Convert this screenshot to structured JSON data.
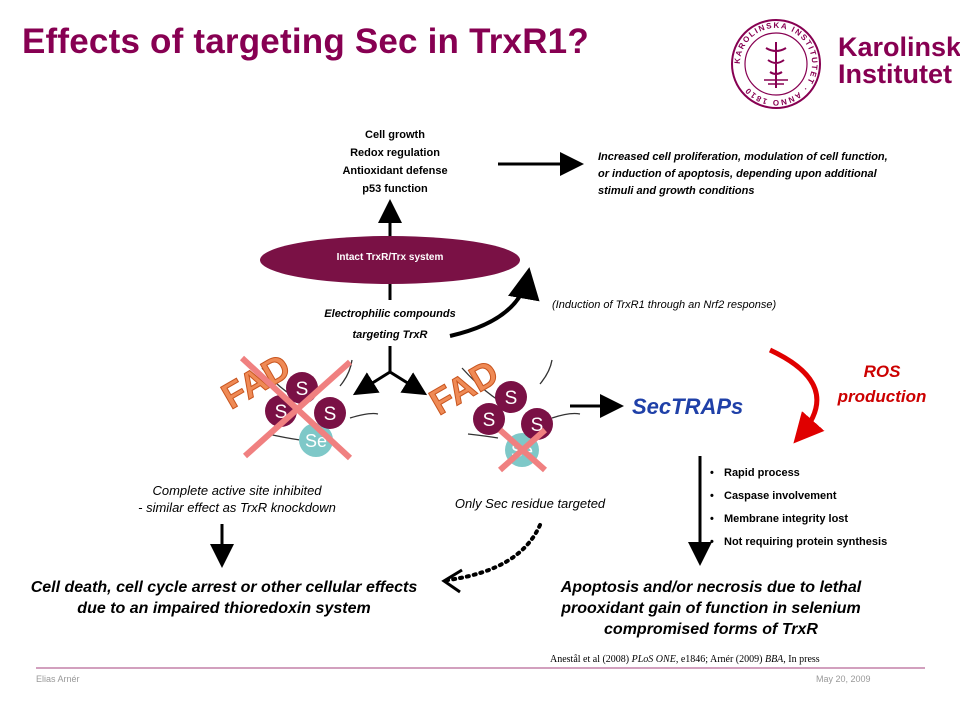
{
  "title": "Effects of targeting Sec in TrxR1?",
  "logo": {
    "line1": "Karolinska",
    "line2": "Institutet",
    "seal_text": "KAROLINSKA INSTITUTET · ANNO 1810",
    "color": "#870052"
  },
  "top_functions": [
    "Cell growth",
    "Redox regulation",
    "Antioxidant defense",
    "p53 function"
  ],
  "top_outcome": "Increased cell proliferation, modulation of cell function, or induction of apoptosis, depending upon additional stimuli and growth conditions",
  "center_oval": "Intact TrxR/Trx system",
  "induction_note": "(Induction of TrxR1 through an Nrf2 response)",
  "compounds": {
    "line1": "Electrophilic compounds",
    "line2": "targeting TrxR"
  },
  "left_cluster": {
    "fad": "FAD",
    "s1": "S",
    "s2": "S",
    "s3": "S",
    "sec": "Se"
  },
  "right_cluster": {
    "fad": "FAD",
    "s1": "S",
    "s2": "S",
    "s3": "S",
    "sec": "Se"
  },
  "sectraps": "SecTRAPs",
  "ros": {
    "line1": "ROS",
    "line2": "production"
  },
  "left_caption": {
    "line1": "Complete active site inhibited",
    "line2": "- similar effect as TrxR knockdown"
  },
  "right_caption": "Only Sec residue targeted",
  "bullets": [
    "Rapid process",
    "Caspase involvement",
    "Membrane integrity lost",
    "Not requiring protein synthesis"
  ],
  "left_outcome": "Cell death, cell cycle arrest or other cellular effects due to an impaired thioredoxin system",
  "right_outcome": "Apoptosis and/or necrosis due to lethal prooxidant gain of function in selenium compromised forms of TrxR",
  "citation": {
    "a1": "Anestål et al (2008) ",
    "j1": "PLoS ONE",
    "a2": ", e1846; Arnér (2009) ",
    "j2": "BBA",
    "a3": ", In press"
  },
  "footer": {
    "author": "Elias Arnér",
    "date": "May 20, 2009"
  },
  "colors": {
    "accent": "#870052",
    "oval": "#7a1145",
    "cross": "#f08080",
    "fad": "#ef8a55",
    "sec": "#7ec8c8",
    "ros": "#cc0000",
    "sectraps": "#1f40a8"
  }
}
